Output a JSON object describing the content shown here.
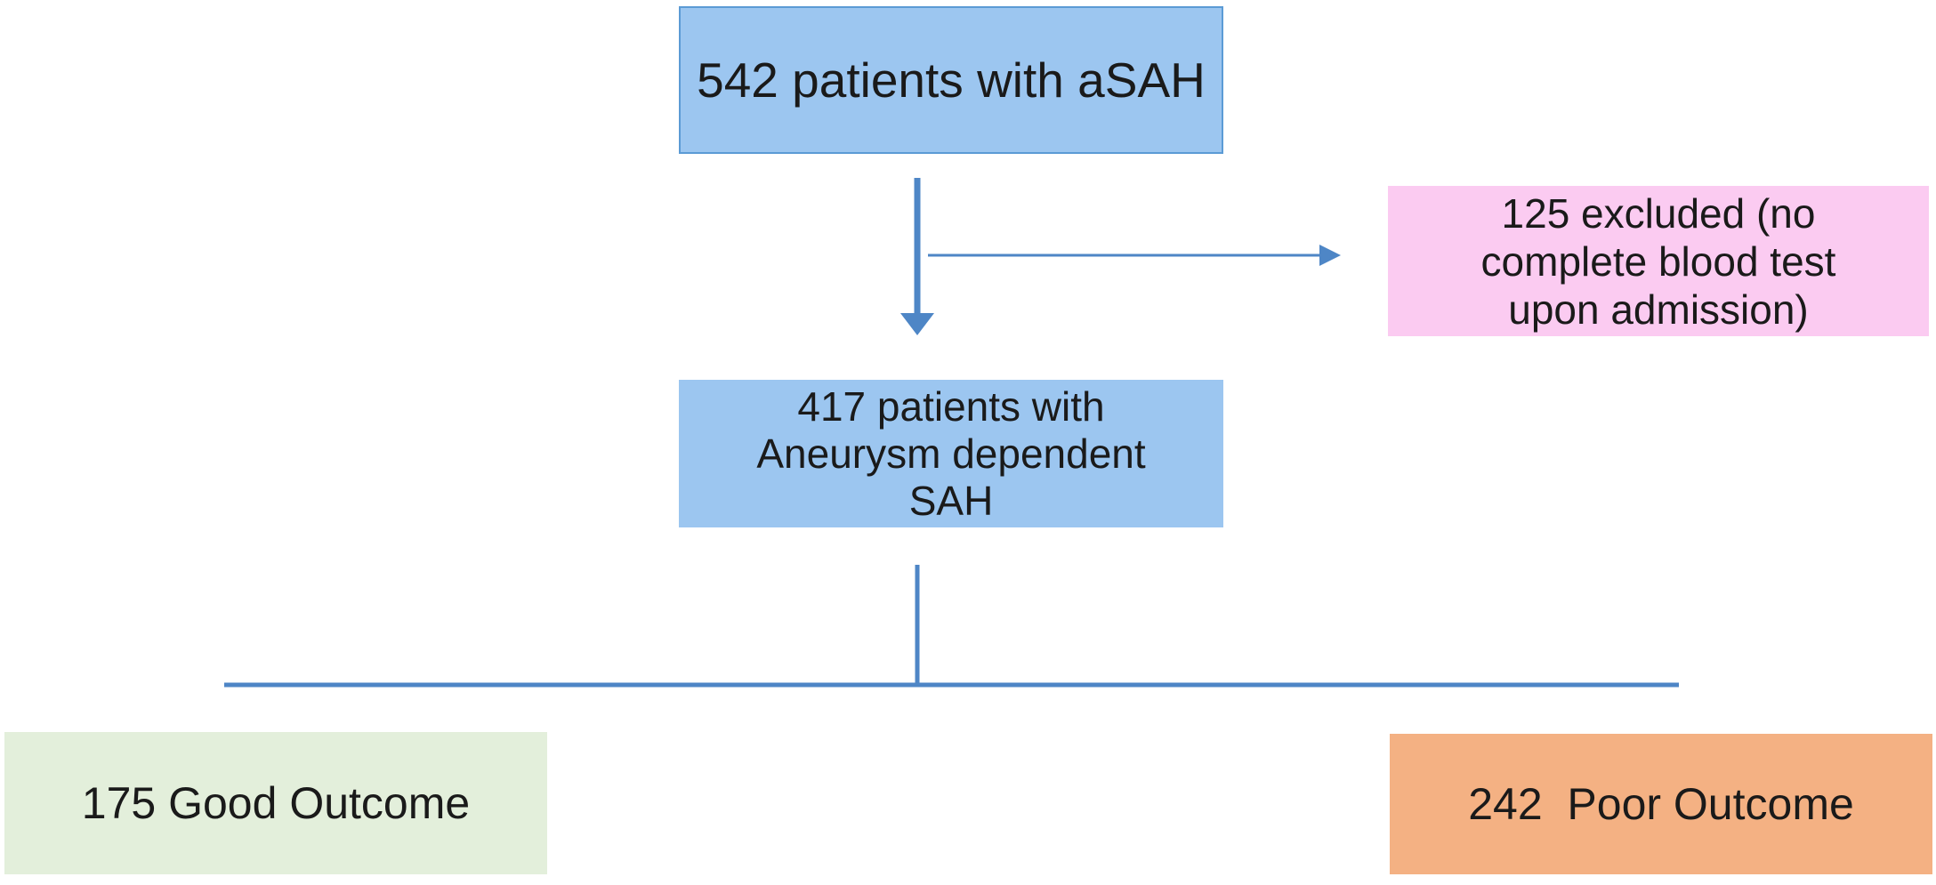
{
  "diagram": {
    "type": "flowchart",
    "nodes": {
      "total": {
        "text": "542 patients with aSAH",
        "count": 542,
        "fill": "#9CC6F0"
      },
      "excluded": {
        "text": "125 excluded (no\ncomplete blood test\nupon admission)",
        "count": 125,
        "fill": "#FBCBF1"
      },
      "included": {
        "text": "417 patients with\nAneurysm dependent\nSAH",
        "count": 417,
        "fill": "#9CC6F0"
      },
      "good": {
        "text": "175 Good Outcome",
        "count": 175,
        "fill": "#E3EFDB"
      },
      "poor": {
        "text": "242  Poor Outcome",
        "count": 242,
        "fill": "#F4B183"
      }
    },
    "edges": [
      {
        "from": "total",
        "to": "included",
        "style": "thick-arrow-down"
      },
      {
        "from": "total",
        "to": "excluded",
        "style": "thin-arrow-right"
      },
      {
        "from": "included",
        "to": "good",
        "style": "elbow-line"
      },
      {
        "from": "included",
        "to": "poor",
        "style": "elbow-line"
      }
    ],
    "colors": {
      "node_blue": "#9CC6F0",
      "node_blue_border": "#5B9BD5",
      "node_pink": "#FBCBF1",
      "node_green": "#E3EFDB",
      "node_orange": "#F4B183",
      "connector": "#4E86C6",
      "text": "#1A1A1A",
      "background": "#FFFFFF"
    }
  }
}
